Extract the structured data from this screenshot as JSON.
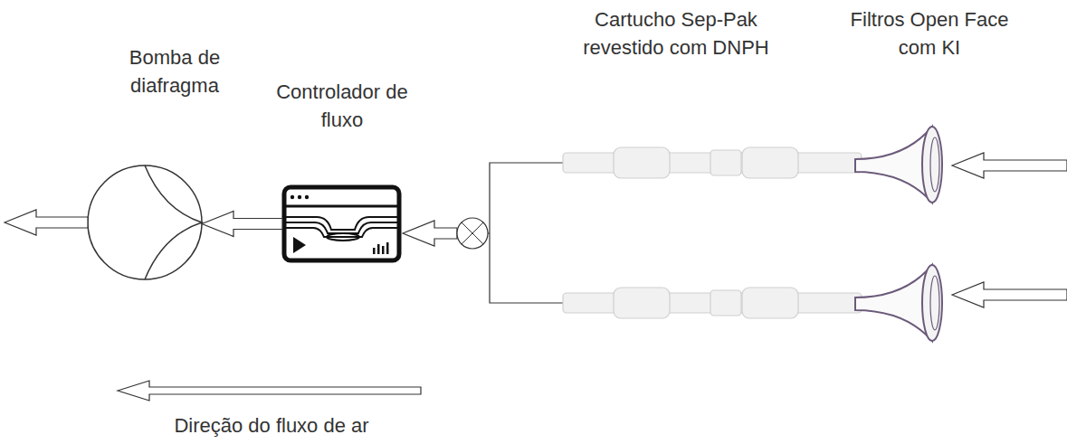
{
  "diagram": {
    "nodes": [
      {
        "text": [
          "Bomba de diafragma"
        ]
      },
      {
        "text": [
          "Controlador de fluxo"
        ]
      }
    ],
    "edges": [
      {
        "from": 1,
        "to": 0,
        "arrow": "to"
      }
    ],
    "labels": [
      "Cartucho Sep-Pak revestido com DNPH",
      "Filtros Open Face com KI",
      "Direção do fluxo de ar"
    ]
  }
}
